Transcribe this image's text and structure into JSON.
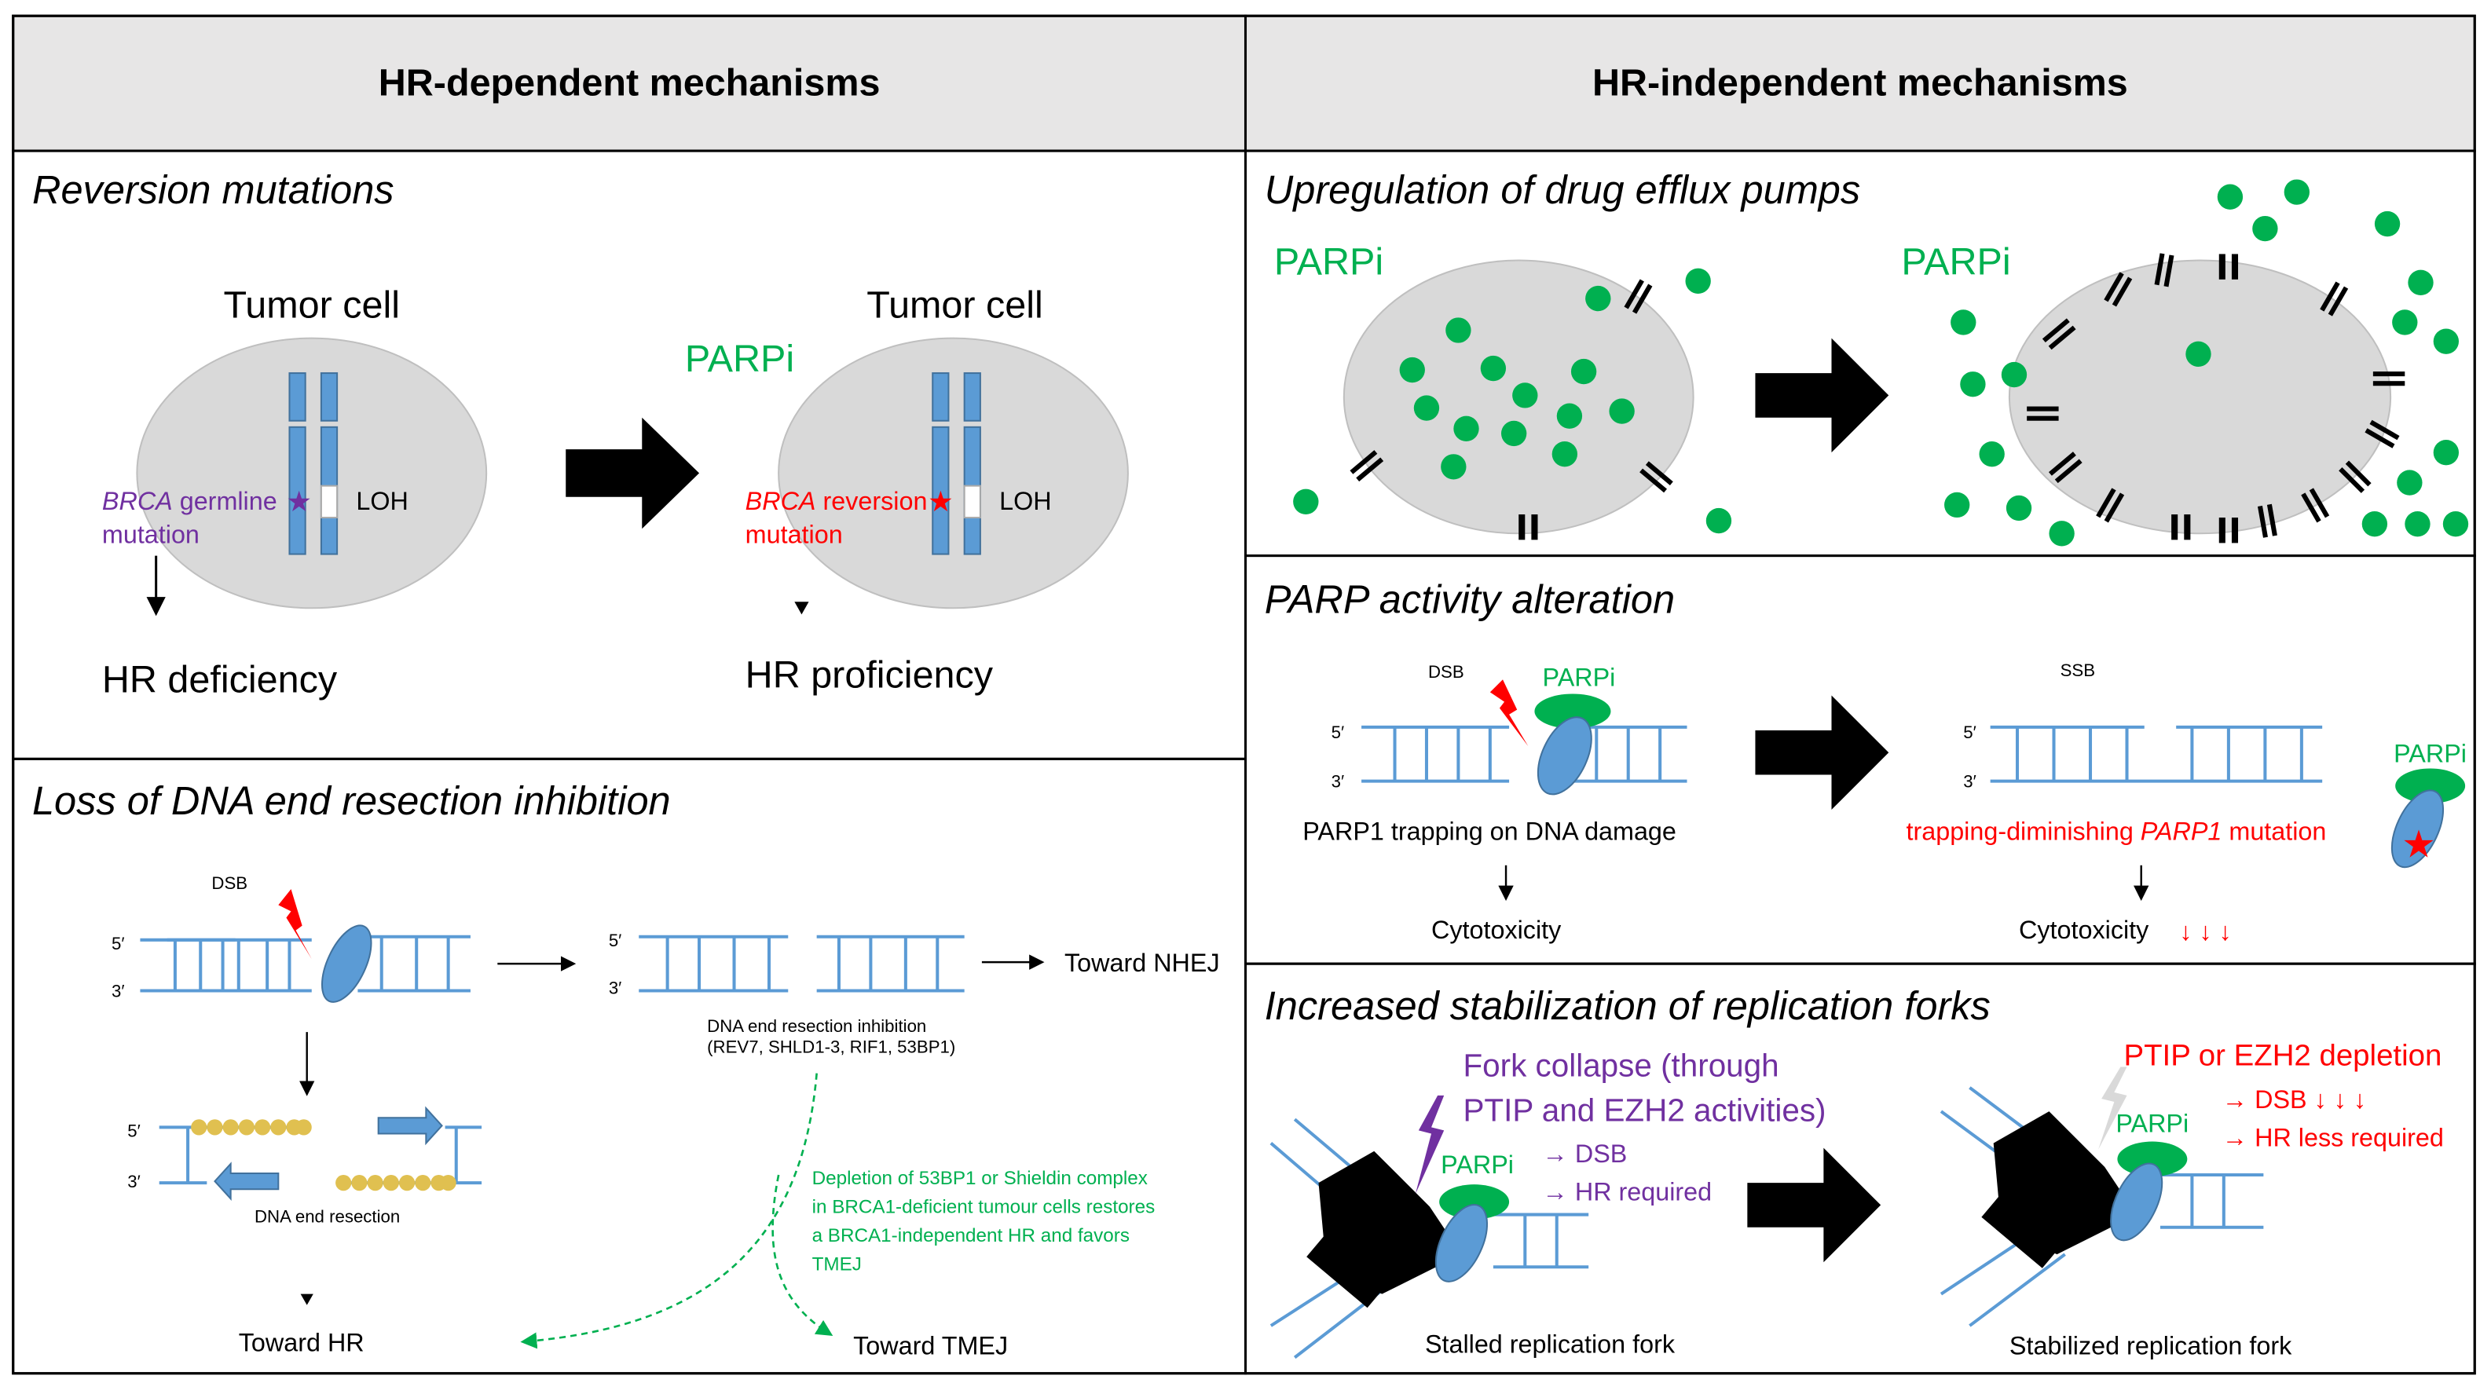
{
  "headers": {
    "left": "HR-dependent mechanisms",
    "right": "HR-independent mechanisms"
  },
  "reversion": {
    "title": "Reversion mutations",
    "cell_label": "Tumor cell",
    "parpi": "PARPi",
    "germline_italic": "BRCA",
    "germline_rest": " germline",
    "germline_line2": "mutation",
    "reversion_italic": "BRCA",
    "reversion_rest": " reversion",
    "reversion_line2": "mutation",
    "loh": "LOH",
    "outcome_left": "HR deficiency",
    "outcome_right": "HR proficiency"
  },
  "resection": {
    "title": "Loss of DNA end resection inhibition",
    "dsb": "DSB",
    "five": "5′",
    "three": "3′",
    "toward_nhej": "Toward NHEJ",
    "inhibition_line1": "DNA end resection inhibition",
    "inhibition_line2": "(REV7, SHLD1-3, RIF1, 53BP1)",
    "resection_label": "DNA end resection",
    "depletion_lines": [
      "Depletion of 53BP1 or Shieldin complex",
      "in BRCA1-deficient tumour cells restores",
      "a BRCA1-independent HR and favors",
      "TMEJ"
    ],
    "toward_hr": "Toward HR",
    "toward_tmej": "Toward TMEJ"
  },
  "efflux": {
    "title": "Upregulation of drug efflux pumps",
    "parpi": "PARPi"
  },
  "parp_activity": {
    "title": "PARP activity alteration",
    "dsb": "DSB",
    "ssb": "SSB",
    "parpi": "PARPi",
    "five": "5′",
    "three": "3′",
    "trapping": "PARP1 trapping on DNA damage",
    "mutation_pre": "trapping-diminishing ",
    "mutation_italic": "PARP1",
    "mutation_post": " mutation",
    "cytotoxicity": "Cytotoxicity",
    "down_arrows": "↓ ↓ ↓"
  },
  "forks": {
    "title": "Increased stabilization of replication forks",
    "collapse_line1": "Fork collapse (through",
    "collapse_line2": "PTIP and EZH2 activities)",
    "dsb_line": "→ DSB",
    "hr_required": "→ HR required",
    "parpi": "PARPi",
    "depletion": "PTIP or EZH2 depletion",
    "dsb_down": "→ DSB ↓ ↓ ↓",
    "hr_less": "→ HR less required",
    "stalled": "Stalled replication fork",
    "stabilized": "Stabilized replication fork"
  },
  "colors": {
    "green": "#00b050",
    "red": "#ff0000",
    "purple": "#7030a0",
    "dna_blue": "#5b9bd5",
    "header_gray": "#e7e6e6"
  }
}
